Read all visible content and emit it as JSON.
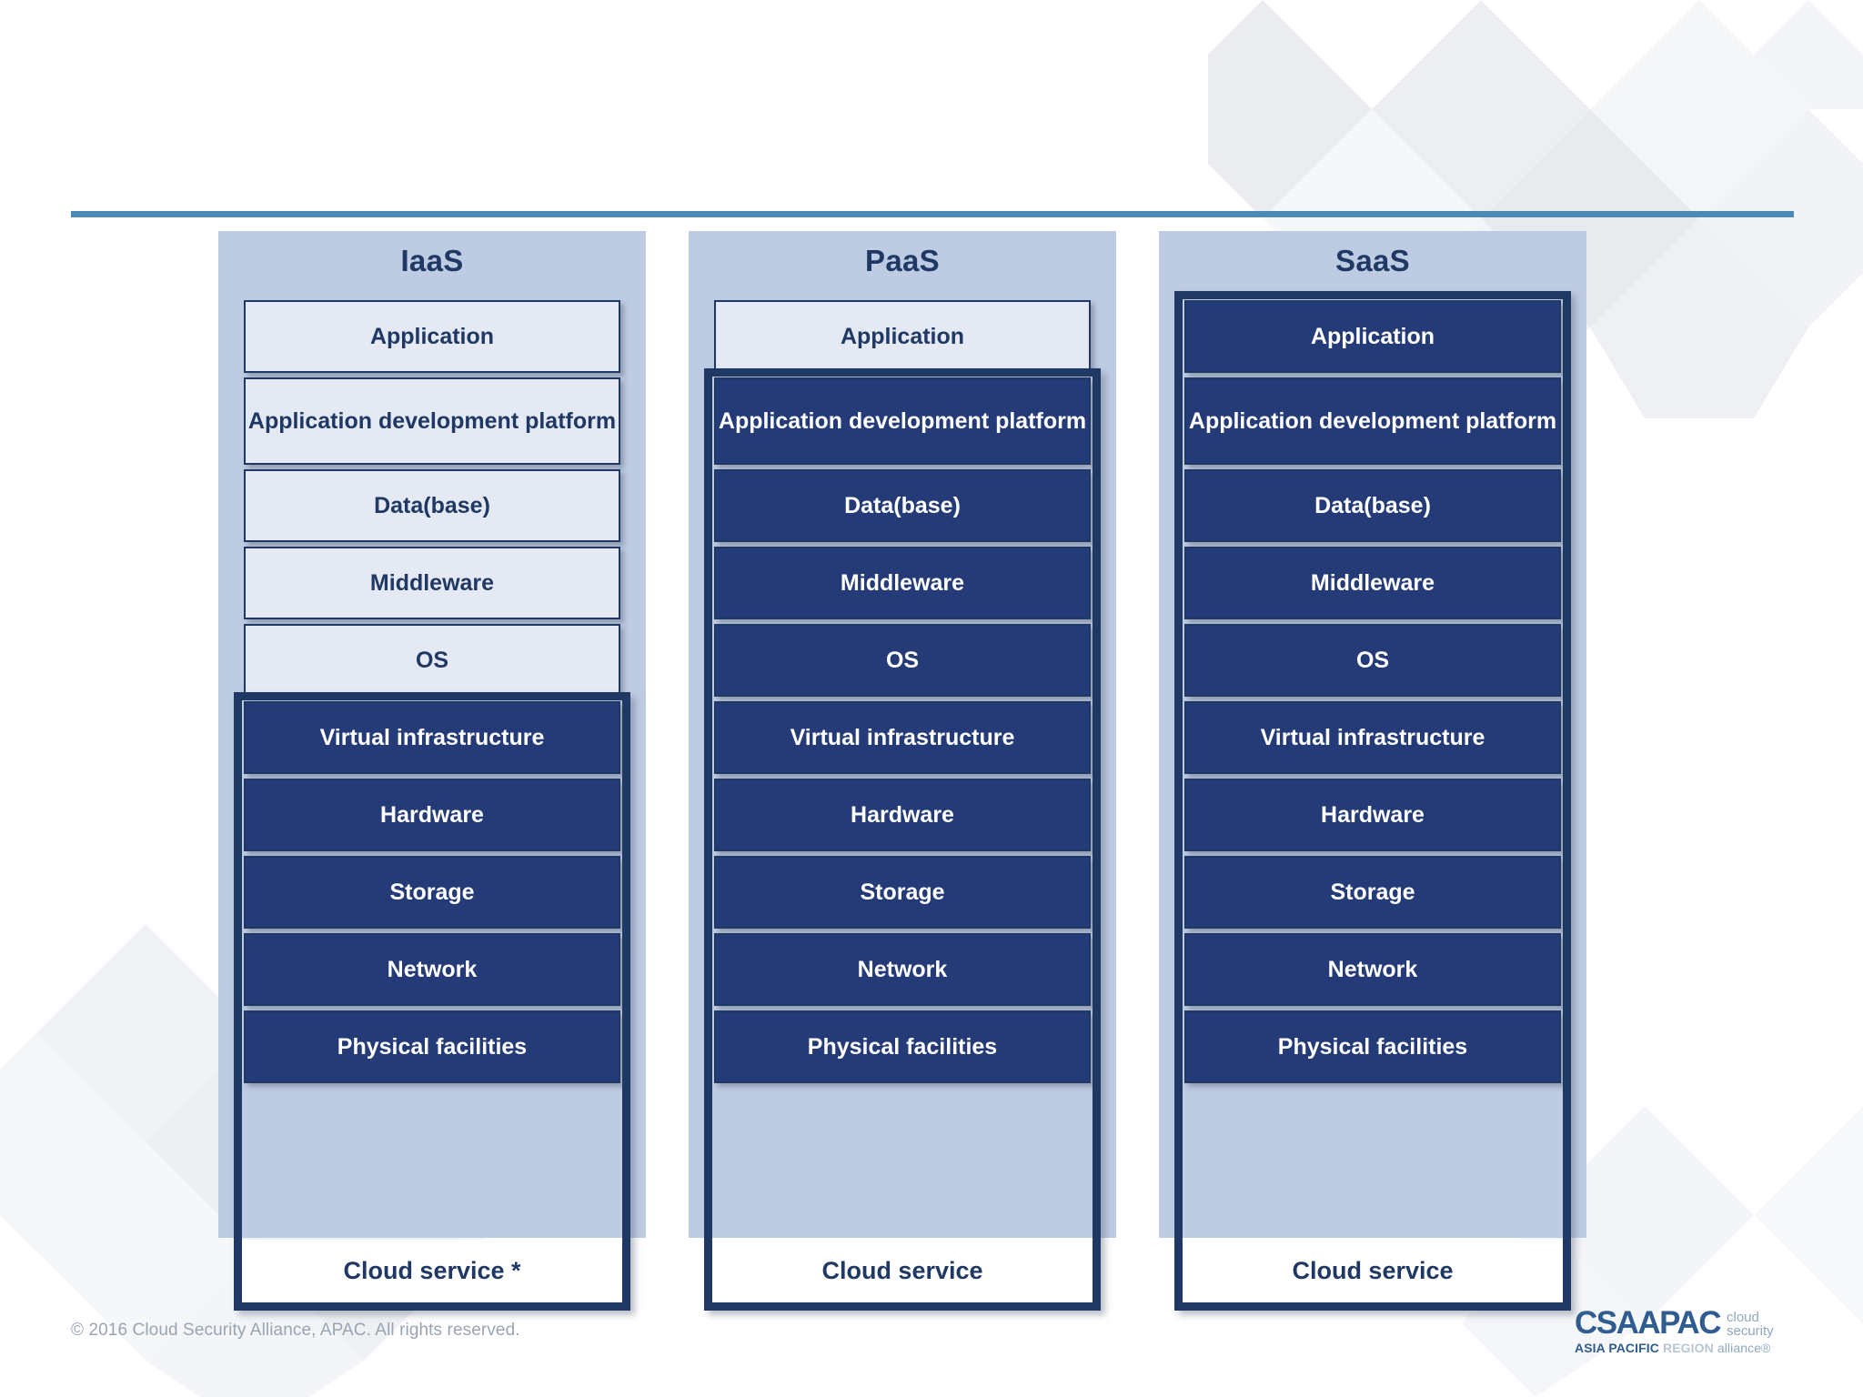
{
  "slide": {
    "copyright": "© 2016 Cloud Security Alliance, APAC. All rights reserved.",
    "accent_rule_color": "#4a8ab5",
    "column_bg_color": "#bdcbe3",
    "light_box_color": "#e4e9f3",
    "dark_box_color": "#253b77",
    "text_dark_color": "#1f3864"
  },
  "logo": {
    "csa": "CSA",
    "apac": "APAC",
    "word_cloud": "cloud",
    "word_security": "security",
    "region_asia_pacific": "ASIA PACIFIC",
    "region_region": "REGION",
    "region_alliance": "alliance®"
  },
  "diagram": {
    "layer_names": [
      "Application",
      "Application development platform",
      "Data(base)",
      "Middleware",
      "OS",
      "Virtual infrastructure",
      "Hardware",
      "Storage",
      "Network",
      "Physical facilities"
    ],
    "columns": [
      {
        "title": "IaaS",
        "cloud_service_label": "Cloud service *",
        "highlight_start_index": 5,
        "layers": [
          {
            "label": "Application",
            "shade": "light"
          },
          {
            "label": "Application development platform",
            "shade": "light"
          },
          {
            "label": "Data(base)",
            "shade": "light"
          },
          {
            "label": "Middleware",
            "shade": "light"
          },
          {
            "label": "OS",
            "shade": "light"
          },
          {
            "label": "Virtual infrastructure",
            "shade": "dark"
          },
          {
            "label": "Hardware",
            "shade": "dark"
          },
          {
            "label": "Storage",
            "shade": "dark"
          },
          {
            "label": "Network",
            "shade": "dark"
          },
          {
            "label": "Physical facilities",
            "shade": "dark"
          }
        ]
      },
      {
        "title": "PaaS",
        "cloud_service_label": "Cloud service",
        "highlight_start_index": 1,
        "layers": [
          {
            "label": "Application",
            "shade": "light"
          },
          {
            "label": "Application development platform",
            "shade": "dark"
          },
          {
            "label": "Data(base)",
            "shade": "dark"
          },
          {
            "label": "Middleware",
            "shade": "dark"
          },
          {
            "label": "OS",
            "shade": "dark"
          },
          {
            "label": "Virtual infrastructure",
            "shade": "dark"
          },
          {
            "label": "Hardware",
            "shade": "dark"
          },
          {
            "label": "Storage",
            "shade": "dark"
          },
          {
            "label": "Network",
            "shade": "dark"
          },
          {
            "label": "Physical facilities",
            "shade": "dark"
          }
        ]
      },
      {
        "title": "SaaS",
        "cloud_service_label": "Cloud service",
        "highlight_start_index": 0,
        "layers": [
          {
            "label": "Application",
            "shade": "dark"
          },
          {
            "label": "Application development platform",
            "shade": "dark"
          },
          {
            "label": "Data(base)",
            "shade": "dark"
          },
          {
            "label": "Middleware",
            "shade": "dark"
          },
          {
            "label": "OS",
            "shade": "dark"
          },
          {
            "label": "Virtual infrastructure",
            "shade": "dark"
          },
          {
            "label": "Hardware",
            "shade": "dark"
          },
          {
            "label": "Storage",
            "shade": "dark"
          },
          {
            "label": "Network",
            "shade": "dark"
          },
          {
            "label": "Physical facilities",
            "shade": "dark"
          }
        ]
      }
    ]
  }
}
